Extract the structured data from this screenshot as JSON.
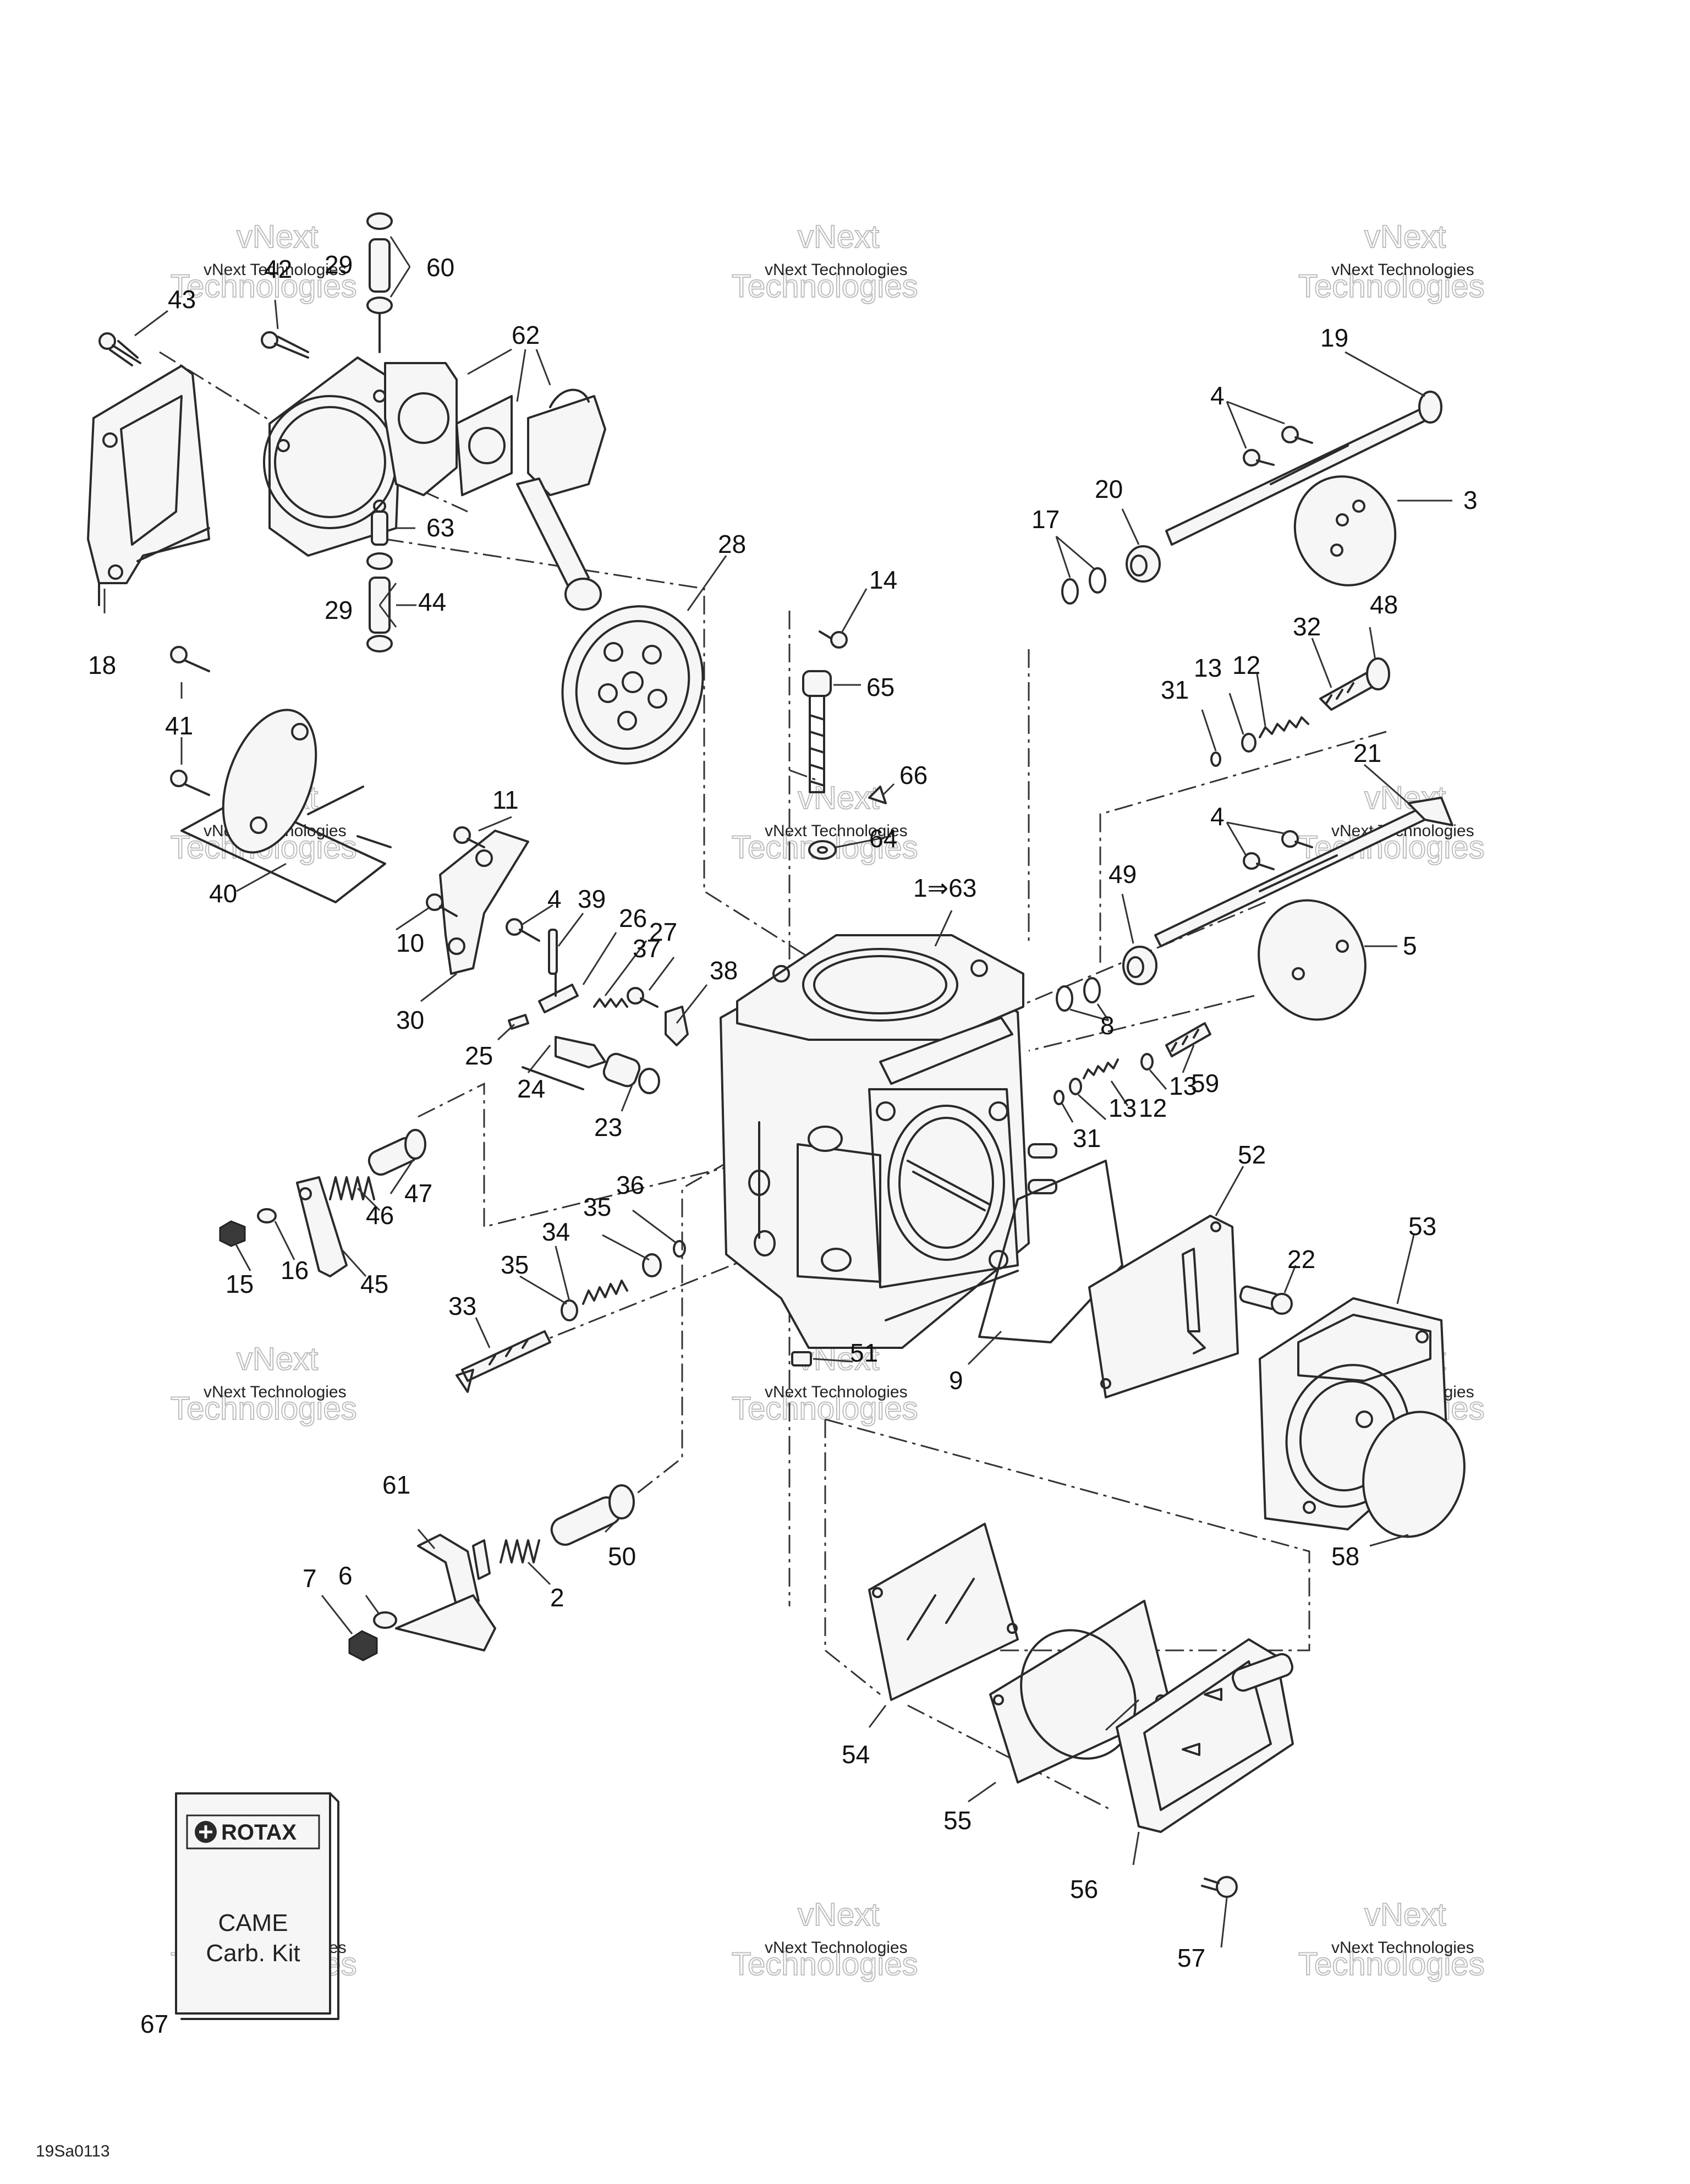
{
  "diagram_code": "19Sa0113",
  "watermark": {
    "line1": "vNext Technologies",
    "line2": "vNext",
    "line3": "Technologies"
  },
  "kit": {
    "brand": "ROTAX",
    "line1": "CAME",
    "line2": "Carb. Kit"
  },
  "callouts": [
    "1⇒63",
    "2",
    "3",
    "4",
    "4",
    "4",
    "5",
    "6",
    "7",
    "8",
    "9",
    "10",
    "11",
    "12",
    "12",
    "13",
    "13",
    "13",
    "14",
    "15",
    "16",
    "17",
    "18",
    "19",
    "20",
    "21",
    "22",
    "23",
    "24",
    "25",
    "26",
    "27",
    "28",
    "29",
    "29",
    "30",
    "31",
    "31",
    "32",
    "33",
    "34",
    "35",
    "35",
    "36",
    "37",
    "38",
    "39",
    "40",
    "41",
    "42",
    "43",
    "44",
    "45",
    "46",
    "47",
    "48",
    "49",
    "50",
    "51",
    "52",
    "53",
    "54",
    "55",
    "56",
    "57",
    "58",
    "59",
    "60",
    "61",
    "62",
    "63",
    "64",
    "65",
    "66",
    "67"
  ]
}
